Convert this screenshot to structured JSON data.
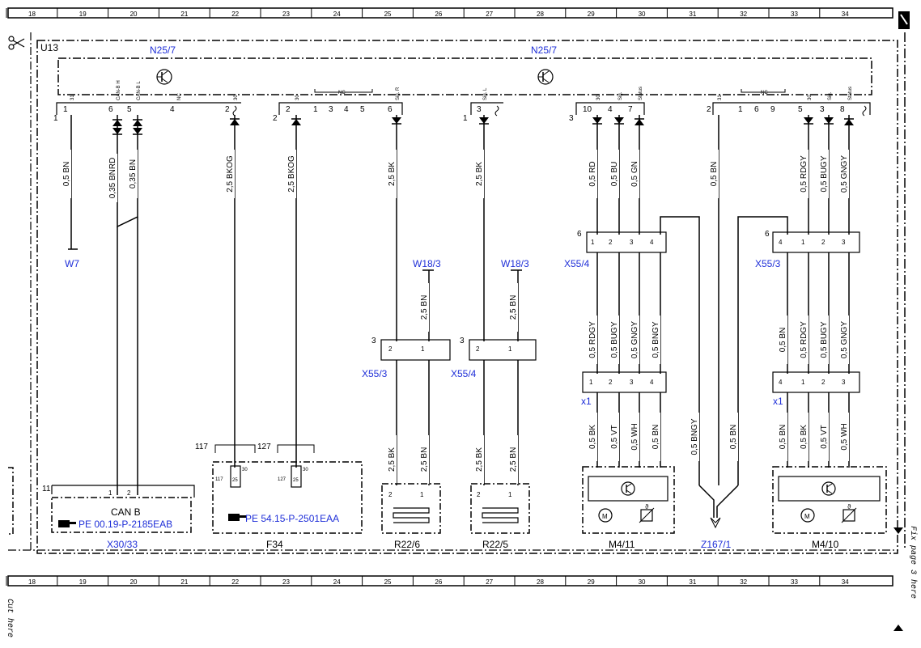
{
  "grid_columns": [
    "18",
    "19",
    "20",
    "21",
    "22",
    "23",
    "24",
    "25",
    "26",
    "27",
    "28",
    "29",
    "30",
    "31",
    "32",
    "33",
    "34"
  ],
  "frame_label": "U13",
  "n25_left": "N25/7",
  "n25_right": "N25/7",
  "pins": {
    "g1_31": "31",
    "g1_canh": "CAN-B H",
    "g1_canl": "CAN-B L",
    "g1_nc": "NC",
    "g1_30": "30",
    "g2_30": "30",
    "g2_nc": "NC",
    "g2_sigr": "Sig. R",
    "g3_sigl": "Sig. L",
    "g4_30": "30",
    "g4_sig": "Sig.",
    "g4_status": "Status",
    "g5_31": "31",
    "g5_nc": "NC",
    "g5_30": "30",
    "g5_sig": "Sig.",
    "g5_status": "Status"
  },
  "numbers": {
    "c1": "1",
    "p1": "1",
    "p6": "6",
    "p5": "5",
    "p4": "4",
    "p2": "2",
    "c2": "2",
    "q1": "1",
    "q3": "3",
    "q4": "4",
    "q5": "5",
    "q6": "6",
    "c1b": "1",
    "r3": "3",
    "c3": "3",
    "s10": "10",
    "s4": "4",
    "s7": "7",
    "s2": "2",
    "s1": "1",
    "s6": "6",
    "s9": "9",
    "s5": "5",
    "s3": "3",
    "s8": "8"
  },
  "wires": {
    "w1": "0,5 BN",
    "w2": "0,35 BNRD",
    "w3": "0,35 BN",
    "w4": "2,5 BKOG",
    "w5": "2,5 BKOG",
    "w6": "2,5 BK",
    "w7": "2,5 BK",
    "w8": "0,5 RD",
    "w9": "0,5 BU",
    "w10": "0,5 GN",
    "w11": "0,5 BN",
    "w12": "0,5 RDGY",
    "w13": "0,5 BUGY",
    "w14": "0,5 GNGY",
    "w15": "2,5 BN",
    "w16": "2,5 BN",
    "w17": "0,5 RDGY",
    "w18": "0,5 BUGY",
    "w19": "0,5 GNGY",
    "w20": "0,5 BNGY",
    "w21": "0,5 BN",
    "w22": "0,5 RDGY",
    "w23": "0,5 BUGY",
    "w24": "0,5 GNGY",
    "w25": "2,5 BK",
    "w26": "2,5 BN",
    "w27": "2,5 BK",
    "w28": "2,5 BN",
    "w29": "0,5 BK",
    "w30": "0,5 VT",
    "w31": "0,5 WH",
    "w32": "0,5 BN",
    "w33": "0,5 BNGY",
    "w34": "0,5 BN",
    "w35": "0,5 BN",
    "w36": "0,5 BK",
    "w37": "0,5 VT",
    "w38": "0,5 WH"
  },
  "components": {
    "w7": "W7",
    "w18a": "W18/3",
    "w18b": "W18/3",
    "x55_4a": "X55/4",
    "x55_3a": "X55/3",
    "x55_3b": "X55/3",
    "x55_4b": "X55/4",
    "x1a": "x1",
    "x1b": "x1",
    "x30": "X30/33",
    "f34": "F34",
    "r22_6": "R22/6",
    "r22_5": "R22/5",
    "m4_11": "M4/11",
    "z167": "Z167/1",
    "m4_10": "M4/10"
  },
  "can_b": "CAN B",
  "pe1": "PE 00.19-P-2185EAB",
  "pe2": "PE 54.15-P-2501EAA",
  "conn_nums": {
    "n11": "11",
    "n117": "117",
    "n127": "127",
    "f117": "117",
    "f127": "127",
    "f25a": "25",
    "f25b": "25",
    "f30a": "30",
    "f30b": "30",
    "k6a": "6",
    "k6b": "6",
    "k3a": "3",
    "k3b": "3"
  },
  "side_text": {
    "fix_page": "Fix page 3 here",
    "cut_here": "Cut here"
  },
  "symbols": {
    "motor": "M",
    "theta": "ϑ"
  }
}
